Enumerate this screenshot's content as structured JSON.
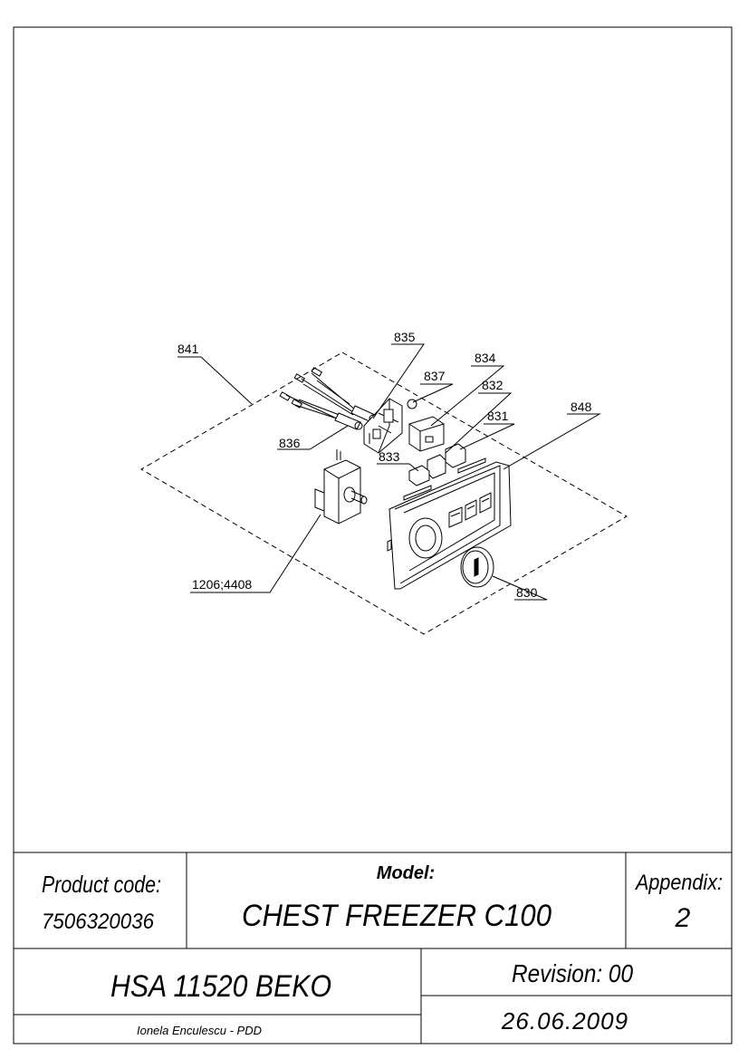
{
  "callouts": [
    {
      "id": "841",
      "text": "841"
    },
    {
      "id": "835",
      "text": "835"
    },
    {
      "id": "834",
      "text": "834"
    },
    {
      "id": "837",
      "text": "837"
    },
    {
      "id": "832",
      "text": "832"
    },
    {
      "id": "831",
      "text": "831"
    },
    {
      "id": "848",
      "text": "848"
    },
    {
      "id": "836",
      "text": "836"
    },
    {
      "id": "833",
      "text": "833"
    },
    {
      "id": "1206_4408",
      "text": "1206;4408"
    },
    {
      "id": "830",
      "text": "830"
    }
  ],
  "title_block": {
    "product_code_label": "Product code:",
    "product_code": "7506320036",
    "model_label": "Model:",
    "model": "CHEST FREEZER C100",
    "appendix_label": "Appendix:",
    "appendix": "2",
    "hsa": "HSA 11520 BEKO",
    "revision": "Revision: 00",
    "author": "Ionela Enculescu - PDD",
    "date": "26.06.2009"
  }
}
